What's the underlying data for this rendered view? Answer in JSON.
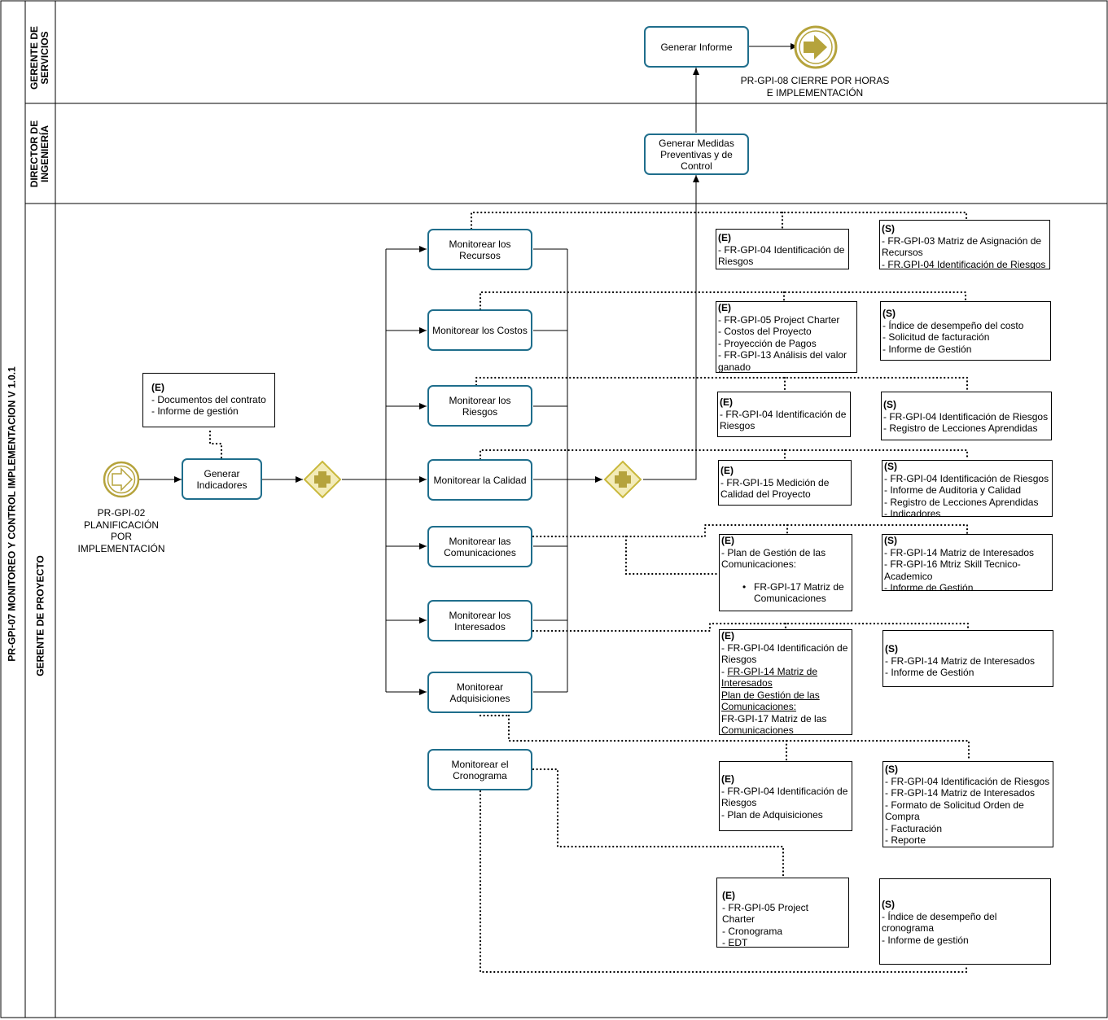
{
  "pool": {
    "title": "PR-GPI-07 MONITOREO Y CONTROL IMPLEMENTACION V 1.0.1"
  },
  "lanes": [
    {
      "label": "GERENTE DE SERVICIOS"
    },
    {
      "label": "DIRECTOR DE INGENIERÍA"
    },
    {
      "label": "GERENTE DE PROYECTO"
    }
  ],
  "events": {
    "start_label": "PR-GPI-02 PLANIFICACIÓN POR IMPLEMENTACIÓN",
    "end_label": "PR-GPI-08 CIERRE POR HORAS E IMPLEMENTACIÓN"
  },
  "tasks": {
    "generar_informe": "Generar Informe",
    "generar_medidas": "Generar Medidas Preventivas y de Control",
    "generar_indicadores": "Generar Indicadores",
    "monitorear_recursos": "Monitorear los Recursos",
    "monitorear_costos": "Monitorear los Costos",
    "monitorear_riesgos": "Monitorear los Riesgos",
    "monitorear_calidad": "Monitorear la Calidad",
    "monitorear_comunicaciones": "Monitorear las Comunicaciones",
    "monitorear_interesados": "Monitorear los Interesados",
    "monitorear_adquisiciones": "Monitorear Adquisiciones",
    "monitorear_cronograma": "Monitorear el Cronograma"
  },
  "docs": {
    "indicadores_in": {
      "header": "(E)",
      "lines": [
        "- Documentos del contrato",
        "- Informe de gestión"
      ]
    },
    "recursos_in": {
      "header": "(E)",
      "lines": [
        "- FR-GPI-04 Identificación de Riesgos"
      ]
    },
    "recursos_out": {
      "header": "(S)",
      "lines": [
        "- FR-GPI-03 Matriz de Asignación de Recursos",
        "- FR.GPI-04 Identificación de Riesgos"
      ]
    },
    "costos_in": {
      "header": "(E)",
      "lines": [
        "- FR-GPI-05 Project Charter",
        "- Costos del Proyecto",
        "- Proyección de Pagos",
        "- FR-GPI-13 Análisis del valor ganado"
      ]
    },
    "costos_out": {
      "header": "(S)",
      "lines": [
        "- Índice de desempeño del costo",
        "- Solicitud de facturación",
        "- Informe de Gestión"
      ]
    },
    "riesgos_in": {
      "header": "(E)",
      "lines": [
        "- FR-GPI-04 Identificación de Riesgos"
      ]
    },
    "riesgos_out": {
      "header": "(S)",
      "lines": [
        "- FR-GPI-04 Identificación de Riesgos",
        "- Registro de Lecciones Aprendidas"
      ]
    },
    "calidad_in": {
      "header": "(E)",
      "lines": [
        "- FR-GPI-15 Medición de Calidad del Proyecto"
      ]
    },
    "calidad_out": {
      "header": "(S)",
      "lines": [
        "- FR-GPI-04 Identificación de Riesgos",
        "- Informe de Auditoria y Calidad",
        "- Registro de Lecciones Aprendidas",
        "- Indicadores"
      ]
    },
    "comunicaciones_in": {
      "header": "(E)",
      "lines": [
        "- Plan de Gestión de las Comunicaciones:"
      ],
      "bullet": "FR-GPI-17 Matriz de Comunicaciones"
    },
    "comunicaciones_out": {
      "header": "(S)",
      "lines": [
        "- FR-GPI-14 Matriz de Interesados",
        "- FR-GPI-16 Mtriz Skill Tecnico-Academico",
        "- Informe de Gestión"
      ]
    },
    "interesados_in": {
      "header": "(E)",
      "line1": "- FR-GPI-04 Identificación de Riesgos",
      "line2_prefix": "- ",
      "line2_u": "FR-GPI-14 Matriz de Interesados",
      "line3_u": "Plan de Gestión de las Comunicaciones:",
      "line4": "FR-GPI-17 Matriz de las Comunicaciones"
    },
    "interesados_out": {
      "header": "(S)",
      "lines": [
        "- FR-GPI-14 Matriz de Interesados",
        "- Informe de Gestión"
      ]
    },
    "adquisiciones_in": {
      "header": "(E)",
      "lines": [
        "- FR-GPI-04 Identificación de Riesgos",
        "- Plan de Adquisiciones"
      ]
    },
    "adquisiciones_out": {
      "header": "(S)",
      "lines": [
        "- FR-GPI-04 Identificación de Riesgos",
        "- FR-GPI-14 Matriz de Interesados",
        "- Formato de Solicitud Orden de Compra",
        "- Facturación",
        "- Reporte"
      ]
    },
    "cronograma_in": {
      "header": "(E)",
      "lines": [
        "- FR-GPI-05 Project Charter",
        "- Cronograma",
        "- EDT"
      ]
    },
    "cronograma_out": {
      "header": "(S)",
      "lines": [
        "- Índice de desempeño del cronograma",
        "- Informe de gestión"
      ]
    }
  },
  "colors": {
    "task_border": "#1f6e8c",
    "event_gold": "#b5a33c",
    "gateway_fill": "#f3ecb9",
    "gateway_border": "#c9b83c",
    "plus": "#b5a33c"
  }
}
